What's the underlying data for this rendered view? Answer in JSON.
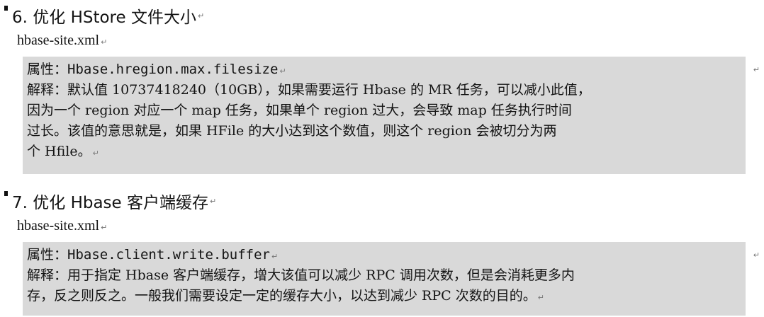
{
  "return_mark": "↵",
  "sections": [
    {
      "heading": "6. 优化 HStore 文件大小",
      "file": "hbase-site.xml",
      "property_label": "属性：",
      "property_value": "Hbase.hregion.max.filesize",
      "explanation_lines": [
        "解释：默认值 10737418240（10GB），如果需要运行 Hbase 的 MR 任务，可以减小此值，",
        "因为一个 region 对应一个 map 任务，如果单个 region 过大，会导致 map 任务执行时间",
        "过长。该值的意思就是，如果 HFile 的大小达到这个数值，则这个 region 会被切分为两",
        "个 Hfile。"
      ]
    },
    {
      "heading": "7. 优化 Hbase 客户端缓存",
      "file": "hbase-site.xml",
      "property_label": "属性：",
      "property_value": "Hbase.client.write.buffer",
      "explanation_lines": [
        "解释：用于指定 Hbase 客户端缓存，增大该值可以减少 RPC 调用次数，但是会消耗更多内",
        "存，反之则反之。一般我们需要设定一定的缓存大小，以达到减少 RPC 次数的目的。"
      ]
    }
  ]
}
